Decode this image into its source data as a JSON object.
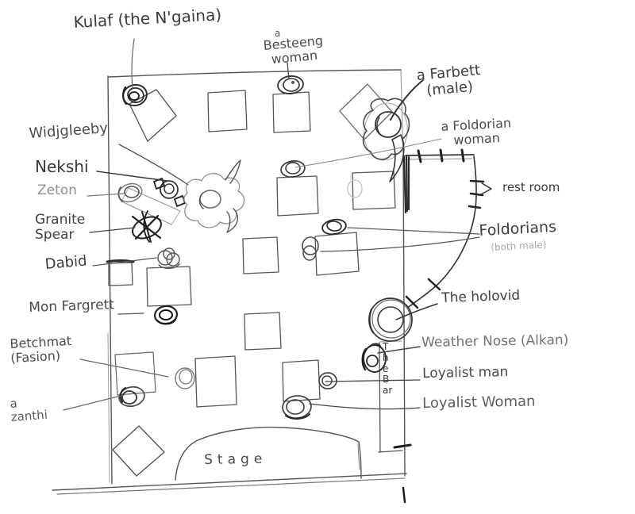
{
  "colors": {
    "paper": "#ffffff",
    "pencil": "#4a4a4a",
    "pencil_dark": "#2b2b2b",
    "pencil_faint": "#9a9a9a"
  },
  "labels": {
    "kulaf": {
      "text": "Kulaf (the N'gaina)"
    },
    "besteeng": {
      "accent": "a",
      "text": "Besteeng\nwoman"
    },
    "farbett": {
      "text": "a Farbett\n(male)"
    },
    "foldorian_woman": {
      "text": "a Foldorian\nwoman"
    },
    "rest_room": {
      "text": "rest room"
    },
    "foldorians": {
      "text": "Foldorians",
      "subtext": "(both male)"
    },
    "holovid": {
      "text": "The holovid"
    },
    "weather_nose": {
      "text": "Weather Nose (Alkan)"
    },
    "loyalist_man": {
      "text": "Loyalist man"
    },
    "loyalist_woman": {
      "text": "Loyalist Woman"
    },
    "widjgleeby": {
      "text": "Widjgleeby"
    },
    "nekshi": {
      "text": "Nekshi"
    },
    "zeton": {
      "text": "Zeton"
    },
    "granite_spear": {
      "text": "Granite\nSpear"
    },
    "dabid": {
      "text": "Dabid"
    },
    "mon_fargrett": {
      "text": "Mon Fargrett"
    },
    "betchmat": {
      "text": "Betchmat\n(Fasion)"
    },
    "zanthi": {
      "text": "a\nzanthi"
    },
    "stage": {
      "text": "Stage"
    },
    "bar": {
      "text": "The\nBar"
    }
  }
}
